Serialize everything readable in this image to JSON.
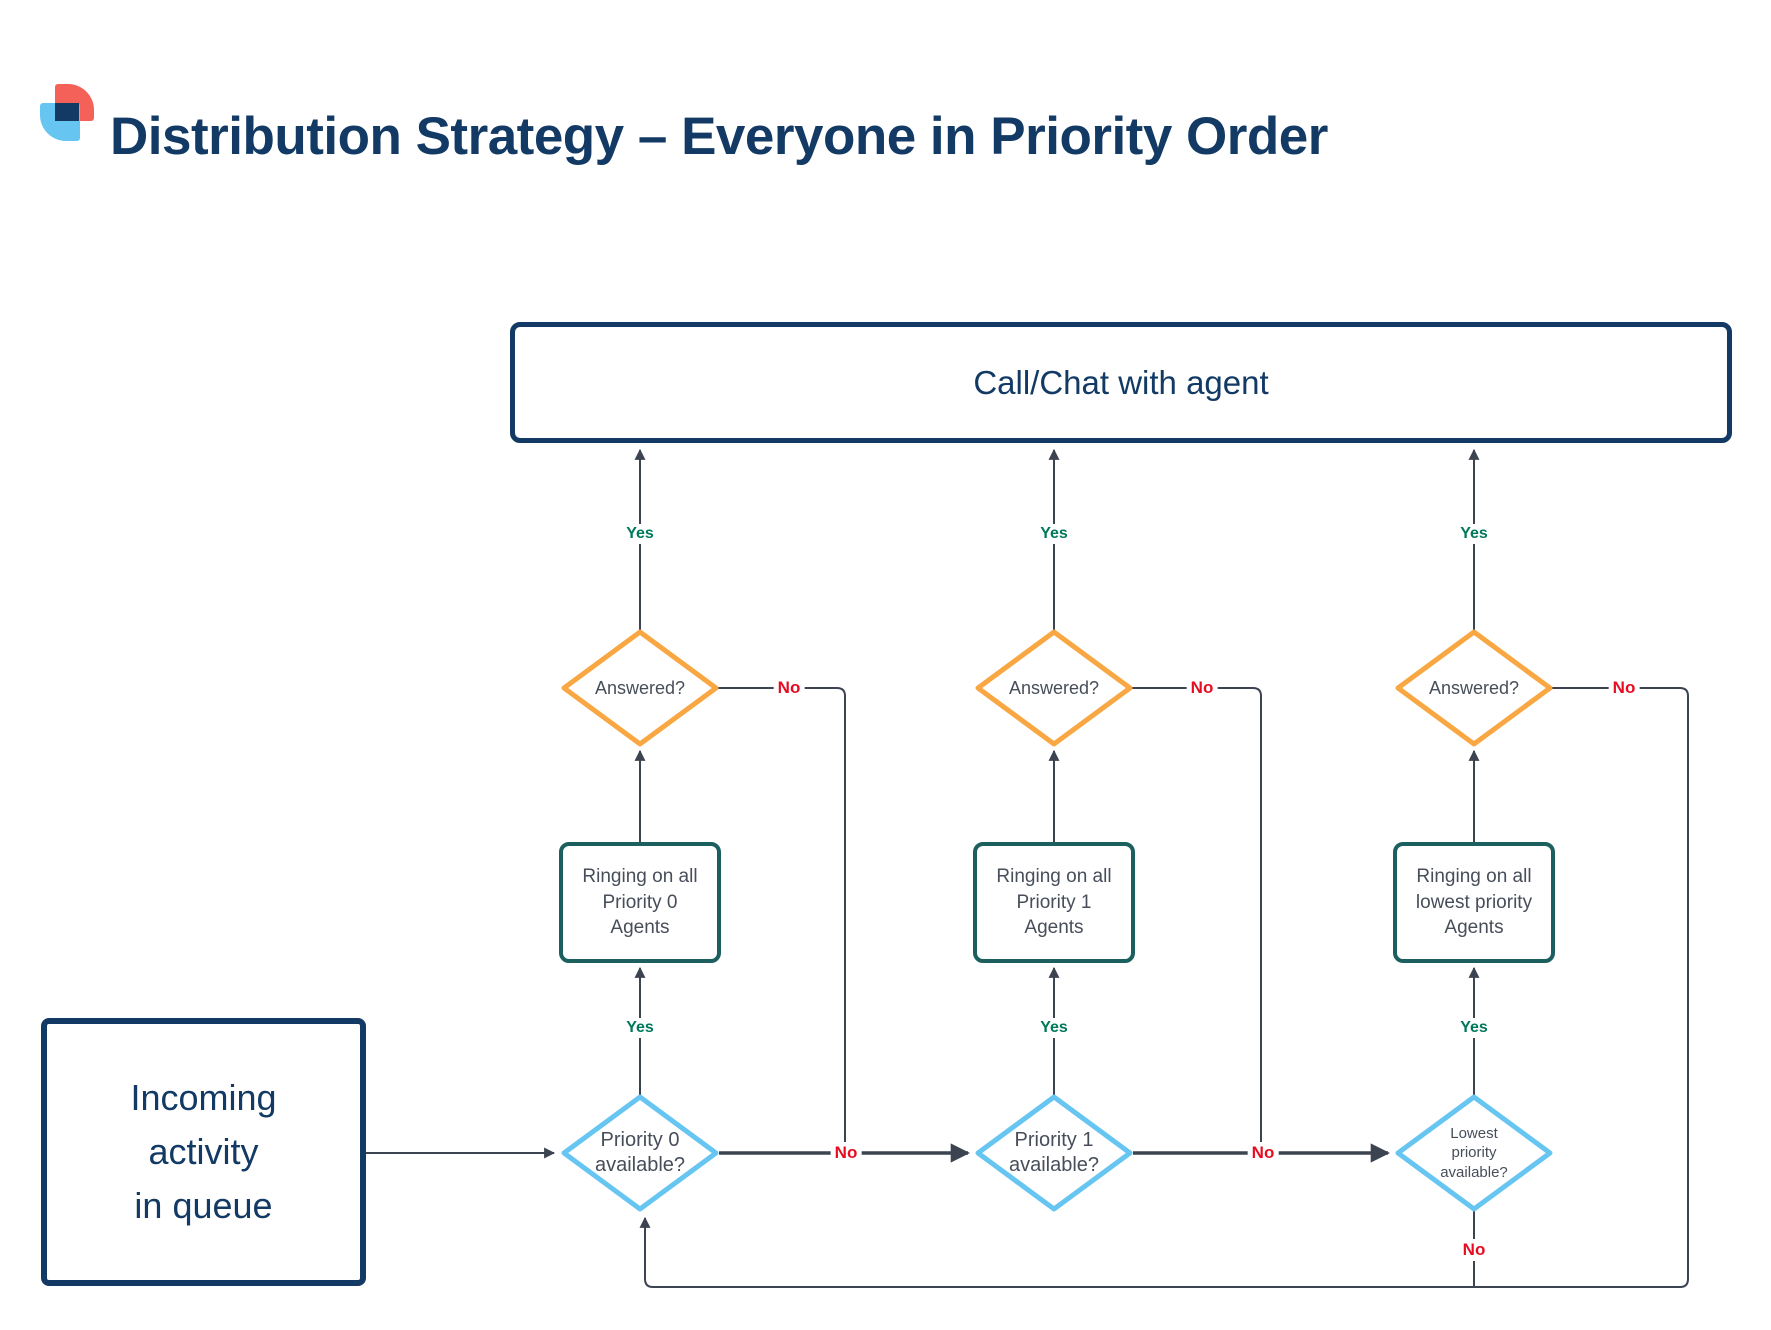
{
  "page": {
    "title": "Distribution Strategy – Everyone in Priority Order"
  },
  "colors": {
    "navy": "#123a64",
    "orange": "#f8a742",
    "lightblue": "#67c5f2",
    "teal": "#1c5f5f",
    "green": "#00795b",
    "red": "#e60c21",
    "line": "#3d4451",
    "shape_text": "#474e5a",
    "bg": "#ffffff"
  },
  "agent_box": {
    "label": "Call/Chat with agent"
  },
  "queue_box": {
    "label": "Incoming\nactivity\nin queue"
  },
  "decision_labels": {
    "yes": "Yes",
    "no": "No"
  },
  "columns": [
    {
      "answered_q": "Answered?",
      "ringing": "Ringing on all\nPriority 0\nAgents",
      "available_q": "Priority 0\navailable?"
    },
    {
      "answered_q": "Answered?",
      "ringing": "Ringing on all\nPriority 1\nAgents",
      "available_q": "Priority 1\navailable?"
    },
    {
      "answered_q": "Answered?",
      "ringing": "Ringing on all\nlowest priority\nAgents",
      "available_q": "Lowest\npriority\navailable?"
    }
  ]
}
